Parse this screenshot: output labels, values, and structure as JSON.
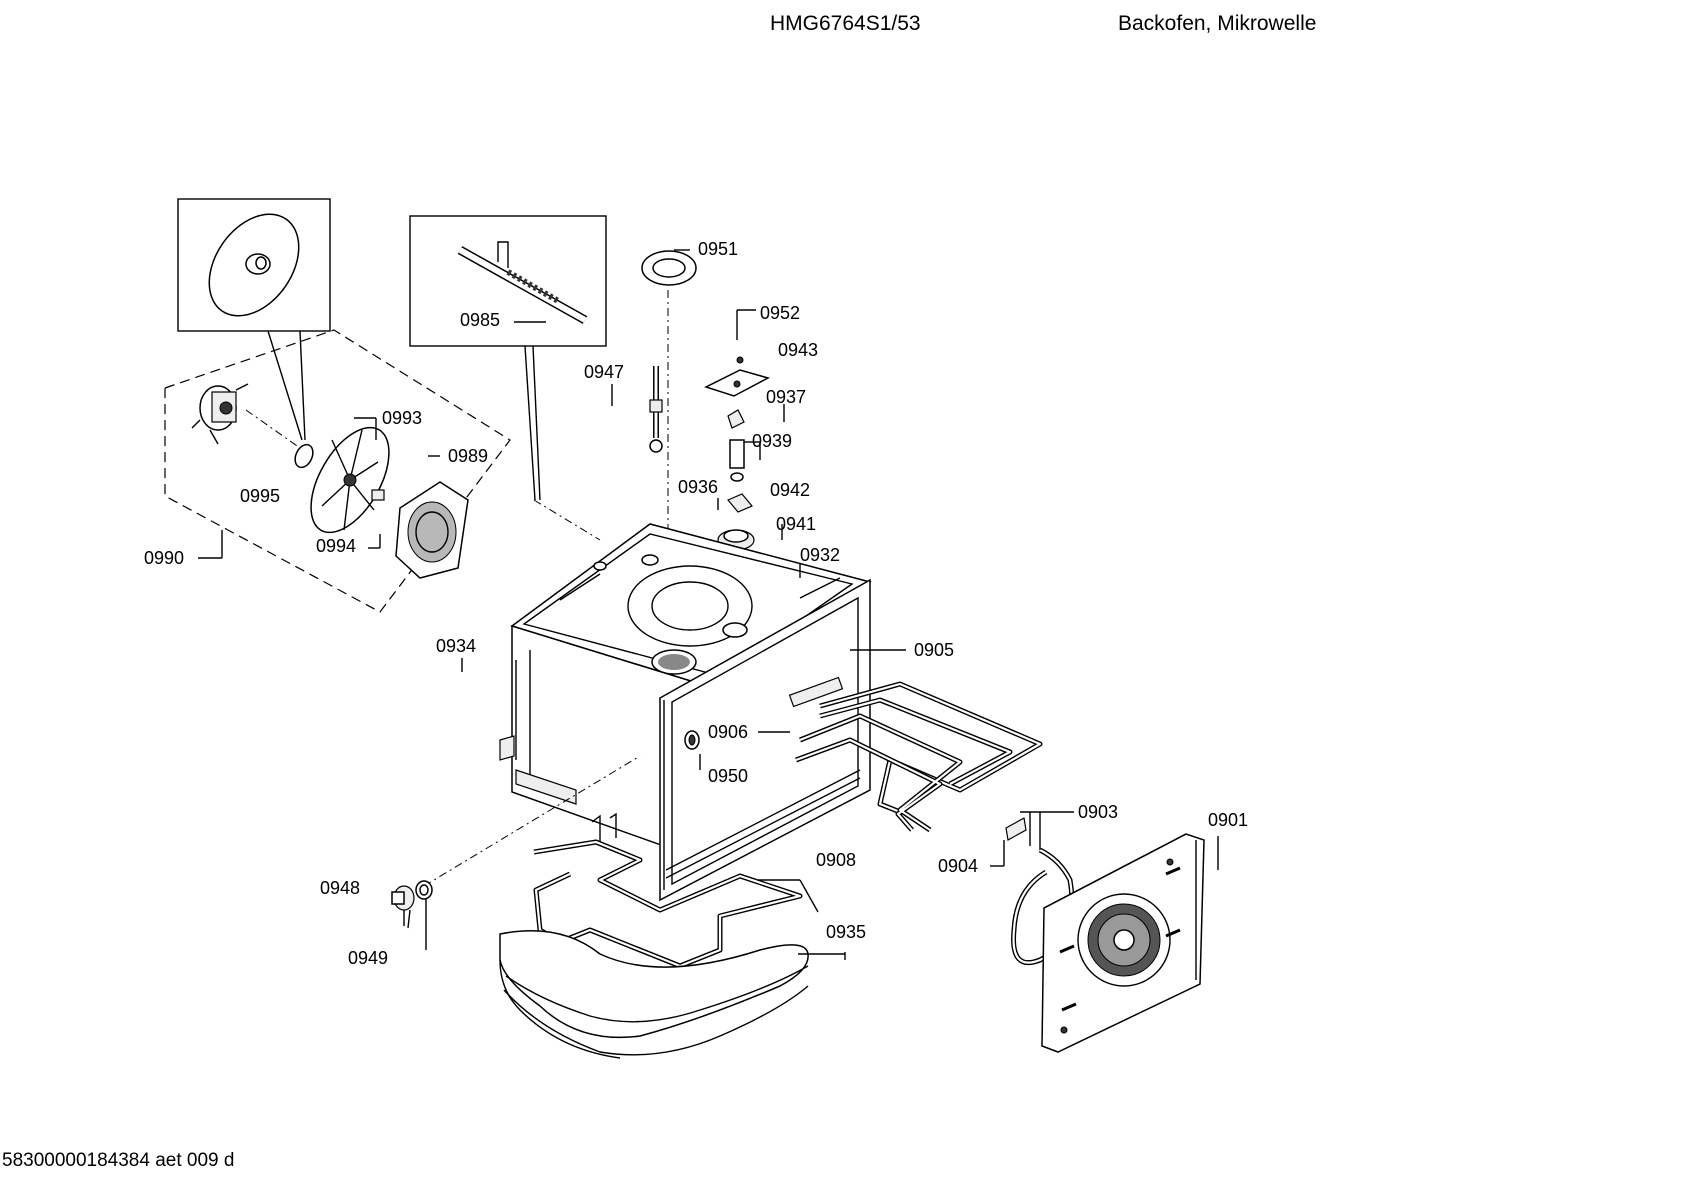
{
  "header": {
    "model": "HMG6764S1/53",
    "description": "Backofen, Mikrowelle"
  },
  "footer": {
    "code": "58300000184384 aet 009 d"
  },
  "parts": {
    "p0901": "0901",
    "p0903": "0903",
    "p0904": "0904",
    "p0905": "0905",
    "p0906": "0906",
    "p0908": "0908",
    "p0932": "0932",
    "p0934": "0934",
    "p0935": "0935",
    "p0936": "0936",
    "p0937": "0937",
    "p0939": "0939",
    "p0941": "0941",
    "p0942": "0942",
    "p0943": "0943",
    "p0947": "0947",
    "p0948": "0948",
    "p0949": "0949",
    "p0950": "0950",
    "p0951": "0951",
    "p0952": "0952",
    "p0985": "0985",
    "p0989": "0989",
    "p0990": "0990",
    "p0993": "0993",
    "p0994": "0994",
    "p0995": "0995"
  }
}
